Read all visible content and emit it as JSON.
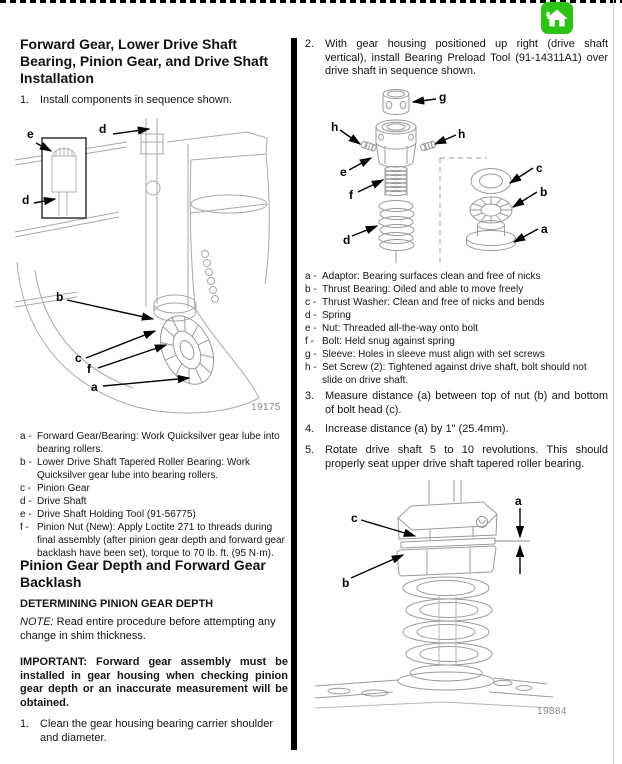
{
  "toolbar": {
    "home_icon_color": "#2cc316"
  },
  "left": {
    "heading1": "Forward Gear, Lower Drive Shaft Bearing, Pinion Gear, and Drive Shaft Installation",
    "step1": {
      "num": "1.",
      "text": "Install components in sequence shown."
    },
    "fig1": {
      "number": "19175",
      "labels": [
        "e",
        "d",
        "d",
        "b",
        "c",
        "f",
        "a"
      ]
    },
    "legend1": [
      {
        "k": "a -",
        "t": "Forward Gear/Bearing: Work Quicksilver gear lube into bearing rollers."
      },
      {
        "k": "b -",
        "t": "Lower Drive Shaft Tapered Roller Bearing: Work Quicksilver gear lube into bearing rollers."
      },
      {
        "k": "c -",
        "t": "Pinion Gear"
      },
      {
        "k": "d -",
        "t": "Drive Shaft"
      },
      {
        "k": "e -",
        "t": "Drive Shaft Holding Tool (91-56775)"
      },
      {
        "k": "f -",
        "t": "Pinion Nut (New): Apply Loctite 271 to threads during final assembly (after pinion gear depth and forward gear backlash have been set), torque to 70 lb. ft. (95 N·m)."
      }
    ],
    "heading2": "Pinion Gear Depth and Forward Gear Backlash",
    "subheading": "DETERMINING PINION GEAR DEPTH",
    "note": {
      "label": "NOTE:",
      "text": " Read entire procedure before attempting any change in shim thickness."
    },
    "important": {
      "label": "IMPORTANT:",
      "text": " Forward gear assembly must be installed in gear housing when checking pinion gear depth or an inaccurate measurement will be obtained."
    },
    "step_clean": {
      "num": "1.",
      "text": "Clean the gear housing bearing carrier shoulder and diameter."
    }
  },
  "right": {
    "step2": {
      "num": "2.",
      "text": "With gear housing positioned up right (drive shaft vertical), install Bearing Preload Tool (91-14311A1) over drive shaft in sequence shown."
    },
    "fig2": {
      "labels": [
        "g",
        "h",
        "h",
        "e",
        "f",
        "d",
        "c",
        "b",
        "a"
      ]
    },
    "legend2": [
      {
        "k": "a -",
        "t": "Adaptor: Bearing surfaces clean and free of nicks"
      },
      {
        "k": "b -",
        "t": "Thrust Bearing: Oiled and able to move freely"
      },
      {
        "k": "c -",
        "t": "Thrust Washer: Clean and free of nicks and bends"
      },
      {
        "k": "d -",
        "t": "Spring"
      },
      {
        "k": "e -",
        "t": "Nut: Threaded all-the-way onto bolt"
      },
      {
        "k": "f -",
        "t": "Bolt: Held snug against spring"
      },
      {
        "k": "g -",
        "t": "Sleeve: Holes in sleeve must align with set screws"
      },
      {
        "k": "h -",
        "t": "Set Screw (2): Tightened against drive shaft, bolt should not slide on drive shaft."
      }
    ],
    "step3": {
      "num": "3.",
      "text": "Measure distance (a) between top of nut (b) and bottom of bolt head (c)."
    },
    "step4": {
      "num": "4.",
      "text": "Increase distance (a) by 1\" (25.4mm)."
    },
    "step5": {
      "num": "5.",
      "text": "Rotate drive shaft 5 to 10 revolutions. This should properly seat upper drive shaft tapered roller bearing."
    },
    "fig3": {
      "number": "19884",
      "labels": [
        "c",
        "b",
        "a"
      ]
    }
  }
}
